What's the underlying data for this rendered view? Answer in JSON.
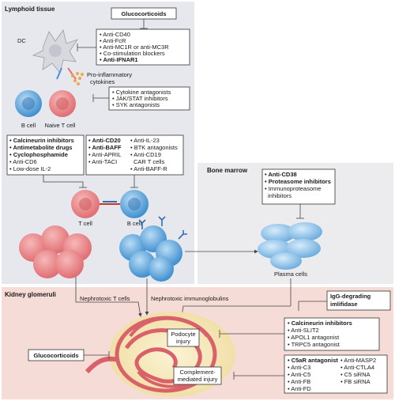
{
  "sections": {
    "lymphoid": "Lymphoid tissue",
    "bone_marrow": "Bone marrow",
    "kidney": "Kidney glomeruli"
  },
  "glucocorticoids_box": "Glucocorticoids",
  "dc_box": [
    "Anti-CD40",
    "Anti-FcR",
    "Anti-MC1R or anti-MC3R",
    "Co-stimulation blockers",
    "Anti-IFNAR1"
  ],
  "cytokine_label": [
    "Pro-inflammatory",
    "cytokines"
  ],
  "cytokine_box": [
    "Cytokine antagonists",
    "JAK/STAT inhibitors",
    "SYK antagonists"
  ],
  "cells": {
    "dc": "DC",
    "b_cell": "B cell",
    "naive_t": "Naive T cell",
    "t_cell": "T cell",
    "b_cell2": "B cell",
    "plasma": "Plasma cells"
  },
  "tcell_box": [
    "Calcineurin inhibitors",
    "Antimetabolite drugs",
    "Cyclophosphamide",
    "Anti-CD6",
    "Low-dose IL-2"
  ],
  "bcell_box_col1": [
    "Anti-CD20",
    "Anti-BAFF",
    "Anti-APRIL",
    "Anti-TACI"
  ],
  "bcell_box_col2": [
    "Anti-IL-23",
    "BTK antagonists",
    "Anti-CD19",
    "CAR T cells",
    "Anti-BAFF-R"
  ],
  "bone_box": [
    "Anti-CD38",
    "Proteasome inhibitors",
    "Immunoproteasome",
    "inhibitors"
  ],
  "arrows": {
    "nephro_t": "Nephrotoxic T cells",
    "nephro_ig": "Nephrotoxic immunoglobulins"
  },
  "igg_box": [
    "IgG-degrading",
    "imlifidase"
  ],
  "kidney_glucocorticoids": "Glucocorticoids",
  "podocyte": [
    "Podocyte",
    "injury"
  ],
  "complement": [
    "Complement-",
    "mediated injury"
  ],
  "podocyte_box": [
    "Calcineurin inhibitors",
    "Anti-SLIT2",
    "APOL1 antagonist",
    "TRPC5 antagonist"
  ],
  "complement_col1": [
    "C5aR antagonist",
    "Anti-C3",
    "Anti-C5",
    "Anti-FB",
    "Anti-FD"
  ],
  "complement_col2": [
    "Anti-MASP2",
    "Anti-CTLA4",
    "C5 siRNA",
    "FB siRNA"
  ],
  "colors": {
    "lymphoid_bg": "#e7e8ee",
    "kidney_bg": "#f6dcd6",
    "t_cell": "#ee8f91",
    "b_cell": "#5ba6db",
    "plasma": "#8cc3e9",
    "kidney_tissue": "#d9616a",
    "kidney_fill": "#f3e6b4"
  }
}
